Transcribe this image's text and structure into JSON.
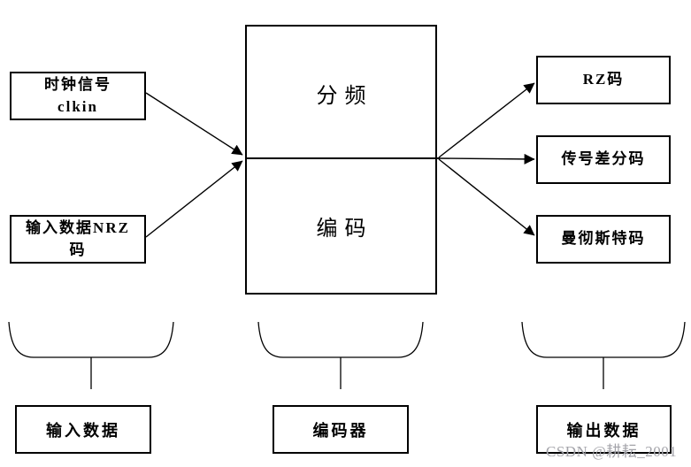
{
  "diagram": {
    "input_boxes": [
      {
        "label": "时钟信号\nclkin"
      },
      {
        "label": "输入数据NRZ\n码"
      }
    ],
    "encoder_box": {
      "top_label": "分频",
      "bottom_label": "编码"
    },
    "output_boxes": [
      {
        "label": "RZ码"
      },
      {
        "label": "传号差分码"
      },
      {
        "label": "曼彻斯特码"
      }
    ],
    "group_labels": [
      {
        "label": "输入数据"
      },
      {
        "label": "编码器"
      },
      {
        "label": "输出数据"
      }
    ],
    "watermark": "CSDN @耕耘_2001",
    "colors": {
      "stroke": "#000000",
      "background": "#ffffff",
      "watermark": "#a3a3a9"
    }
  }
}
